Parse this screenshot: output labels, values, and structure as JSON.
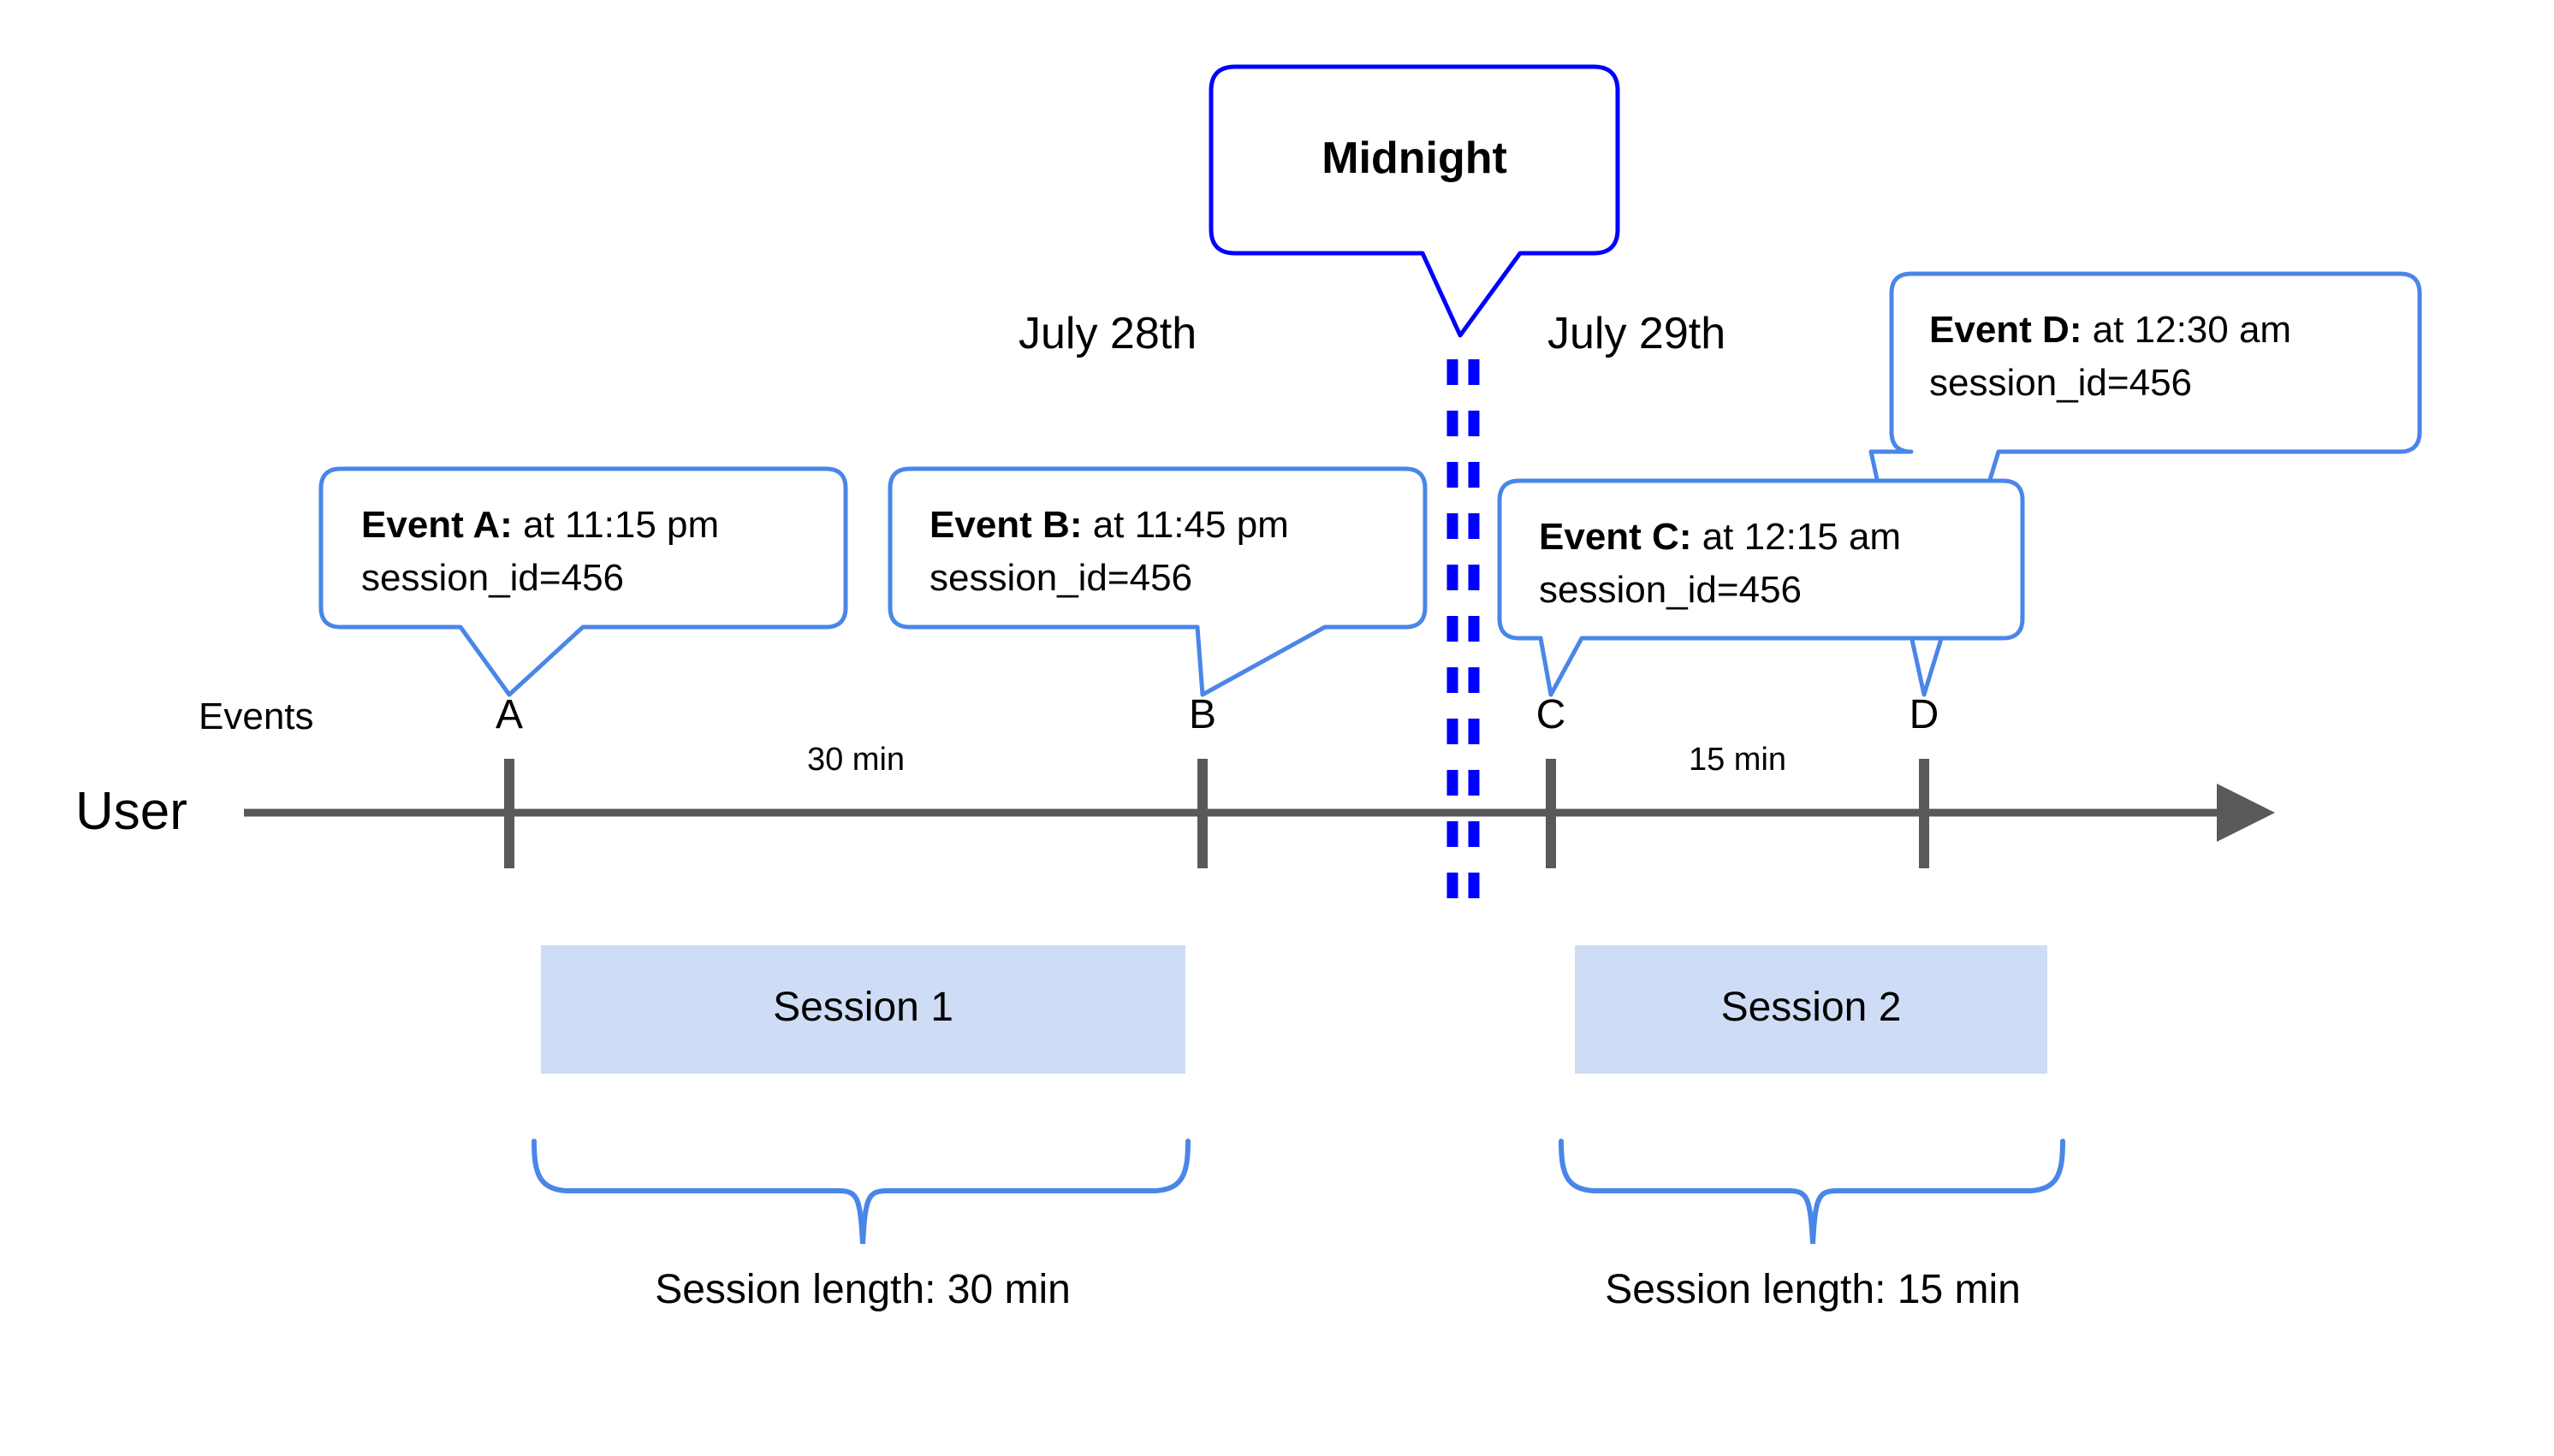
{
  "diagram": {
    "title_callout": {
      "label": "Midnight",
      "border_color": "#0000ff"
    },
    "dates": [
      {
        "label": "July 28th"
      },
      {
        "label": "July 29th"
      }
    ],
    "axis": {
      "row_label_user": "User",
      "row_label_events": "Events",
      "axis_color": "#595959",
      "arrow_direction": "right"
    },
    "events": [
      {
        "marker": "A",
        "bold": "Event A:",
        "detail": " at 11:15 pm",
        "line2": "session_id=456"
      },
      {
        "marker": "B",
        "bold": "Event B:",
        "detail": " at 11:45 pm",
        "line2": "session_id=456"
      },
      {
        "marker": "C",
        "bold": "Event C:",
        "detail": " at 12:15 am",
        "line2": "session_id=456"
      },
      {
        "marker": "D",
        "bold": "Event D:",
        "detail": " at 12:30 am",
        "line2": "session_id=456"
      }
    ],
    "gaps": [
      {
        "label": "30 min"
      },
      {
        "label": "15 min"
      }
    ],
    "sessions": [
      {
        "label": "Session 1",
        "length_label": "Session length: 30 min",
        "fill_color": "#cfdcf5"
      },
      {
        "label": "Session 2",
        "length_label": "Session length: 15 min",
        "fill_color": "#cfdcf5"
      }
    ],
    "colors": {
      "callout_border": "#4a86e8",
      "midnight_line": "#0000ff",
      "brace": "#4a86e8",
      "axis": "#595959",
      "session_fill": "#cfdcf5"
    }
  }
}
